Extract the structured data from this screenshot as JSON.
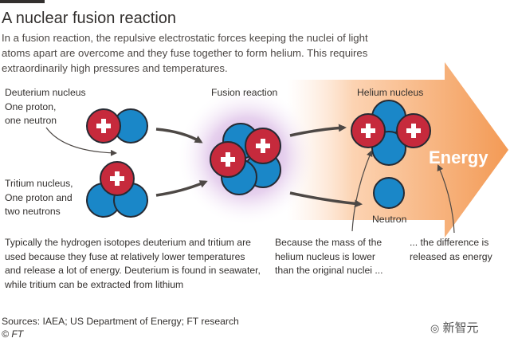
{
  "header": {
    "title": "A nuclear fusion reaction",
    "subtitle": "In a fusion reaction, the repulsive electrostatic forces keeping the nuclei of light atoms apart are overcome and they fuse together to form helium. This requires extraordinarily high pressures and temperatures."
  },
  "labels": {
    "deuterium_title": "Deuterium nucleus",
    "deuterium_desc_1": "One proton,",
    "deuterium_desc_2": "one neutron",
    "tritium_title": "Tritium nucleus,",
    "tritium_desc_1": "One proton and",
    "tritium_desc_2": "two neutrons",
    "fusion": "Fusion reaction",
    "helium": "Helium nucleus",
    "neutron": "Neutron",
    "energy": "Energy"
  },
  "notes": {
    "isotopes": "Typically the hydrogen isotopes deuterium and tritium are used because they fuse at relatively lower temperatures and release a lot of energy. Deuterium is found in seawater, while tritium can be extracted from lithium",
    "mass": "Because the mass of the helium nucleus is lower than the original nuclei ...",
    "difference": "... the difference is released as energy"
  },
  "footer": {
    "sources": "Sources: IAEA; US Department of Energy; FT research",
    "copyright": "© FT",
    "watermark": "新智元"
  },
  "colors": {
    "proton": "#c62a3c",
    "neutron": "#1a87c8",
    "outline": "#262a33",
    "energy_arrow": "#f5a15f",
    "glow": "#b273c8"
  }
}
